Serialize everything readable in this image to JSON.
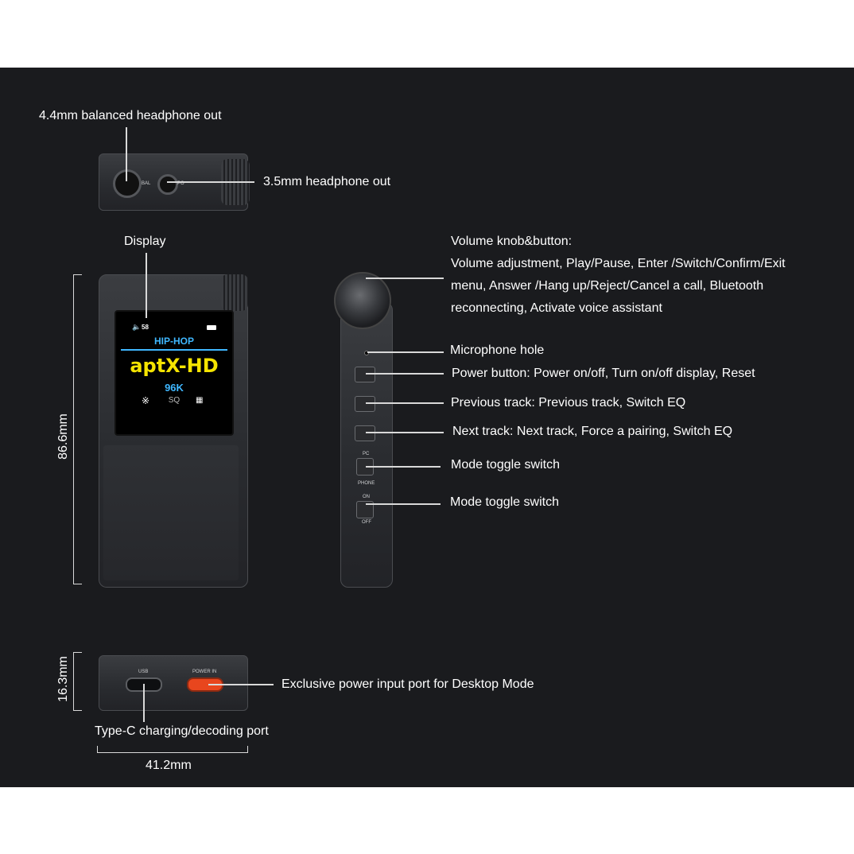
{
  "labels": {
    "balanced_out": "4.4mm balanced headphone out",
    "headphone_out": "3.5mm headphone out",
    "display": "Display",
    "volume_title": "Volume knob&button:",
    "volume_desc_1": "Volume adjustment, Play/Pause, Enter /Switch/Confirm/Exit",
    "volume_desc_2": "menu, Answer /Hang up/Reject/Cancel a call, Bluetooth",
    "volume_desc_3": "reconnecting, Activate voice assistant",
    "mic": "Microphone hole",
    "power": "Power button: Power on/off, Turn on/off display, Reset",
    "prev": "Previous track: Previous track, Switch EQ",
    "next": "Next track: Next track, Force a pairing, Switch EQ",
    "mode1": "Mode toggle switch",
    "mode2": "Mode toggle switch",
    "power_input": "Exclusive power input port for Desktop Mode",
    "typec": "Type-C charging/decoding port"
  },
  "dimensions": {
    "height": "86.6mm",
    "thickness": "16.3mm",
    "width": "41.2mm"
  },
  "screen": {
    "volume": "58",
    "genre": "HIP-HOP",
    "codec": "aptX-HD",
    "rate": "96K",
    "quality": "SQ"
  },
  "device_marks": {
    "bal": "BAL",
    "po": "PO",
    "usb": "USB",
    "power_in": "POWER IN",
    "pc": "PC",
    "phone": "PHONE",
    "on": "ON",
    "off": "OFF"
  },
  "colors": {
    "background": "#1a1b1e",
    "codec_yellow": "#f5e400",
    "screen_cyan": "#3fb7ff",
    "power_port_red": "#e8461e"
  }
}
